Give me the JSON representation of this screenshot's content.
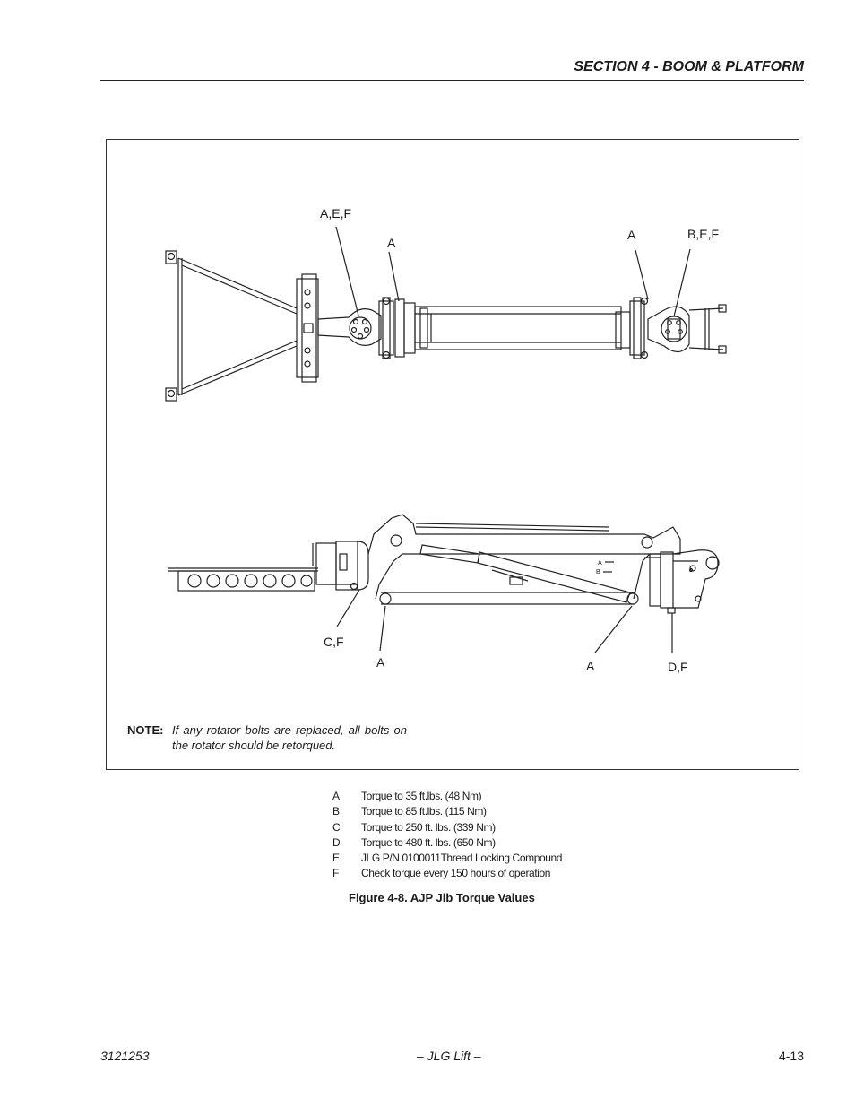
{
  "header": {
    "section_title": "SECTION 4 - BOOM & PLATFORM"
  },
  "figure": {
    "callouts": {
      "top_aef": "A,E,F",
      "top_a_left": "A",
      "top_a_right": "A",
      "top_bef": "B,E,F",
      "bottom_cf": "C,F",
      "bottom_a_left": "A",
      "bottom_a_right": "A",
      "bottom_df": "D,F"
    },
    "note": {
      "label": "NOTE:",
      "text": "If any rotator bolts are replaced, all bolts on the rotator should be retorqued."
    },
    "decal": {
      "a_mark": "A",
      "b_mark": "B"
    }
  },
  "legend": [
    {
      "key": "A",
      "desc": "Torque to 35 ft.lbs. (48 Nm)"
    },
    {
      "key": "B",
      "desc": "Torque to 85 ft.lbs. (115 Nm)"
    },
    {
      "key": "C",
      "desc": "Torque to 250 ft. lbs. (339 Nm)"
    },
    {
      "key": "D",
      "desc": "Torque to 480 ft. lbs. (650 Nm)"
    },
    {
      "key": "E",
      "desc": "JLG P/N 0100011Thread Locking Compound"
    },
    {
      "key": "F",
      "desc": "Check torque every 150 hours of operation"
    }
  ],
  "caption": "Figure 4-8.  AJP Jib Torque Values",
  "footer": {
    "doc_number": "3121253",
    "center": "– JLG Lift –",
    "page": "4-13"
  }
}
